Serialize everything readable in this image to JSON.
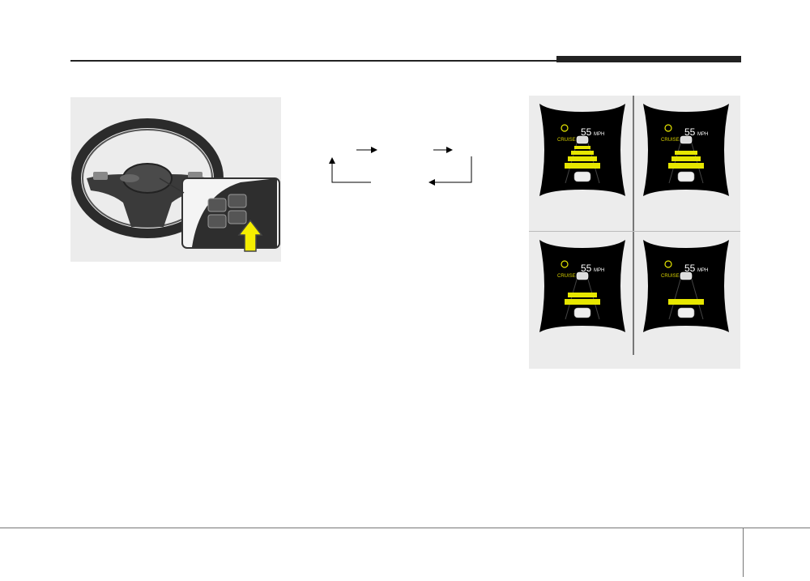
{
  "panels": [
    {
      "cruise_label": "CRUISE",
      "speed": "55",
      "unit": "MPH",
      "distance_level": 4
    },
    {
      "cruise_label": "CRUISE",
      "speed": "55",
      "unit": "MPH",
      "distance_level": 3
    },
    {
      "cruise_label": "CRUISE",
      "speed": "55",
      "unit": "MPH",
      "distance_level": 2
    },
    {
      "cruise_label": "CRUISE",
      "speed": "55",
      "unit": "MPH",
      "distance_level": 1
    }
  ],
  "colors": {
    "accent": "#e6e600",
    "screen": "#000000",
    "frame": "#ececec"
  }
}
